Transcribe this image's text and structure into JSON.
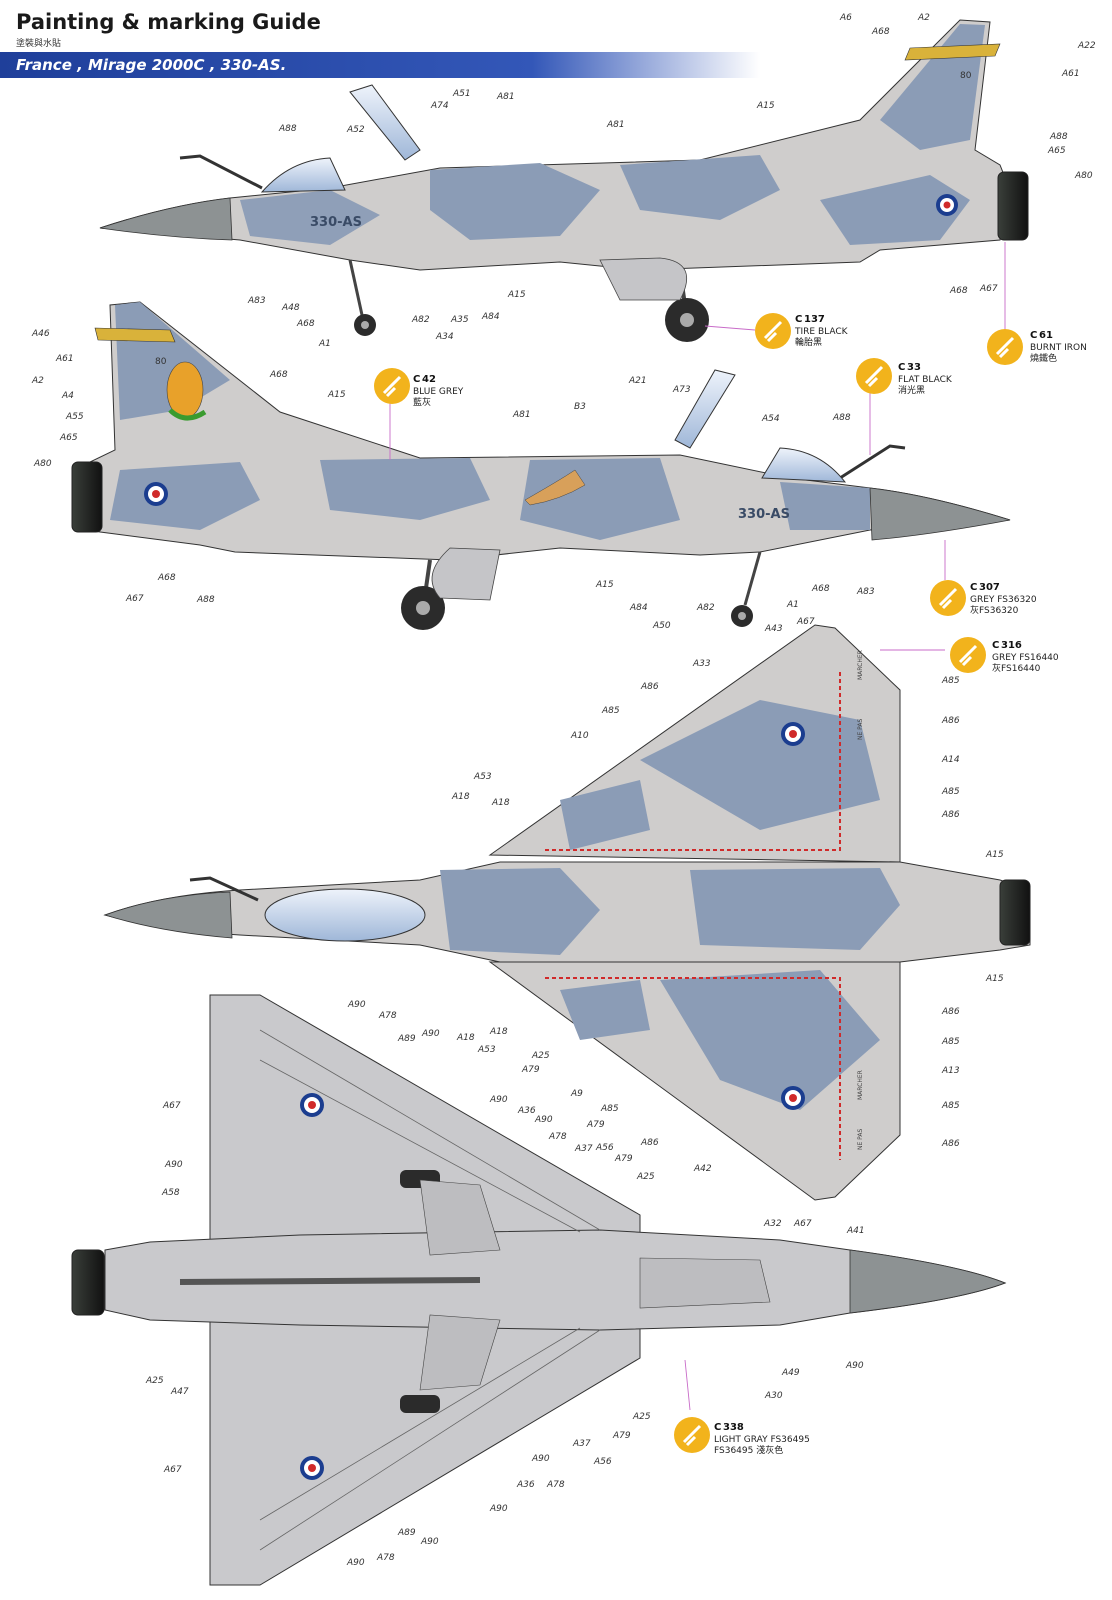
{
  "header": {
    "title": "Painting & marking Guide",
    "subtitle_cn": "塗裝與水貼",
    "banner": "France , Mirage 2000C , 330-AS."
  },
  "aircraft": {
    "code": "330-AS",
    "tail_number": "80"
  },
  "swatches": [
    {
      "code": "C",
      "num": "137",
      "name": "TIRE BLACK",
      "name_cn": "輪胎黑"
    },
    {
      "code": "C",
      "num": "61",
      "name": "BURNT IRON",
      "name_cn": "燒鐵色"
    },
    {
      "code": "C",
      "num": "42",
      "name": "BLUE GREY",
      "name_cn": "藍灰"
    },
    {
      "code": "C",
      "num": "33",
      "name": "FLAT BLACK",
      "name_cn": "消光黑"
    },
    {
      "code": "C",
      "num": "307",
      "name": "GREY FS36320",
      "name_cn": "灰FS36320"
    },
    {
      "code": "C",
      "num": "316",
      "name": "GREY FS16440",
      "name_cn": "灰FS16440"
    },
    {
      "code": "C",
      "num": "338",
      "name": "LIGHT GRAY FS36495",
      "name_cn": "FS36495 淺灰色"
    }
  ],
  "colors": {
    "banner_blue": "#2a4aa8",
    "camo_light": "#cfcdcc",
    "camo_blue": "#8b9cb6",
    "underside": "#c9c9cc",
    "radome": "#8d9293",
    "swatch_yellow": "#f2b31c",
    "roundel_blue": "#1b3d8f",
    "roundel_red": "#d02a2a"
  },
  "views": {
    "side1_labels": {
      "top": [
        "A6",
        "A2",
        "A68",
        "A22",
        "A61",
        "A88",
        "A65",
        "A80",
        "A74",
        "A51",
        "A81",
        "A81",
        "A15",
        "A88",
        "A52"
      ],
      "bottom": [
        "A83",
        "A48",
        "A68",
        "A1",
        "A82",
        "A35",
        "A34",
        "A84",
        "A15",
        "A68",
        "A67"
      ]
    },
    "side2_labels": {
      "left": [
        "A46",
        "A61",
        "A2",
        "A4",
        "A55",
        "A65",
        "A80",
        "A68",
        "A15"
      ],
      "top": [
        "A81",
        "B3",
        "A21",
        "A73",
        "A54",
        "A88"
      ],
      "bottom": [
        "A67",
        "A68",
        "A88",
        "A15",
        "A84",
        "A50",
        "A82",
        "A1",
        "A68",
        "A83"
      ]
    },
    "top_labels": {
      "upper": [
        "A43",
        "A67",
        "A33",
        "A86",
        "A85",
        "A85",
        "A10",
        "A86",
        "A14",
        "A53",
        "A18",
        "A18",
        "A85",
        "A86",
        "A15"
      ],
      "lower": [
        "A15",
        "A18",
        "A18",
        "A53",
        "A25",
        "A79",
        "A9",
        "A85",
        "A79",
        "A86",
        "A86",
        "A85",
        "A13",
        "A85",
        "A86",
        "A42",
        "A32",
        "A67"
      ]
    },
    "bottom_labels": {
      "list": [
        "A90",
        "A78",
        "A89",
        "A90",
        "A67",
        "A90",
        "A36",
        "A90",
        "A78",
        "A56",
        "A37",
        "A79",
        "A25",
        "A90",
        "A58",
        "A41",
        "A25",
        "A47",
        "A49",
        "A30",
        "A90",
        "A25",
        "A79",
        "A37",
        "A56",
        "A90",
        "A36",
        "A78",
        "A67",
        "A89",
        "A90",
        "A78",
        "A90",
        "A90"
      ]
    }
  },
  "stencils": {
    "wing": [
      "MARCHER",
      "NE PAS",
      "MARCHER",
      "NE PAS"
    ]
  }
}
